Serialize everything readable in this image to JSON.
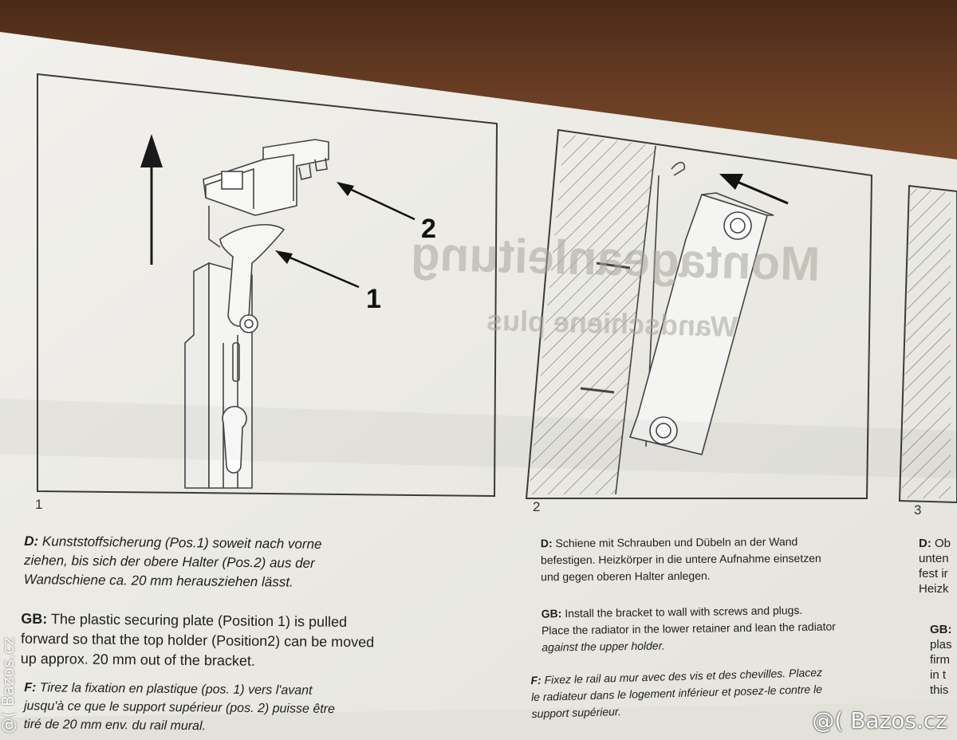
{
  "figures": [
    {
      "number": "1",
      "callouts": [
        "1",
        "2"
      ]
    },
    {
      "number": "2"
    },
    {
      "number": "3"
    }
  ],
  "captions": {
    "fig1": {
      "d": {
        "prefix": "D:",
        "lines": [
          "Kunststoffsicherung (Pos.1) soweit nach vorne",
          "ziehen, bis sich der obere Halter (Pos.2) aus der",
          "Wandschiene ca. 20 mm herausziehen lässt."
        ]
      },
      "gb": {
        "prefix": "GB:",
        "lines": [
          "The plastic securing plate (Position 1) is pulled",
          "forward so that the top holder (Position2) can be moved",
          "up approx. 20 mm out of the bracket."
        ]
      },
      "f": {
        "prefix": "F:",
        "lines": [
          "Tirez la fixation en plastique (pos. 1) vers l'avant",
          "jusqu'à ce que le support supérieur (pos. 2) puisse être",
          "tiré de 20 mm env. du rail mural."
        ]
      }
    },
    "fig2": {
      "d": {
        "prefix": "D:",
        "lines": [
          "Schiene mit Schrauben und Dübeln an der Wand",
          "befestigen. Heizkörper in die untere Aufnahme einsetzen",
          "und gegen oberen Halter anlegen."
        ]
      },
      "gb": {
        "prefix": "GB:",
        "lines": [
          "Install the bracket to wall with screws and plugs.",
          "Place the radiator in the lower retainer and lean the radiator",
          "against the upper holder."
        ]
      },
      "f": {
        "prefix": "F:",
        "lines": [
          "Fixez le rail au mur avec des vis et des chevilles. Placez",
          "le radiateur dans le logement inférieur et posez-le contre le",
          "support supérieur."
        ]
      }
    },
    "fig3": {
      "d": {
        "prefix": "D:",
        "lines": [
          "Ob",
          "unten",
          "fest ir",
          "Heizk"
        ]
      },
      "gb": {
        "prefix": "GB:",
        "lines": [
          "plas",
          "firm",
          "in t",
          "this"
        ]
      }
    }
  },
  "watermark": {
    "text": "@( Bazos.cz",
    "side_text": "@( Bazos.cz"
  },
  "colors": {
    "paper": "#ecebe6",
    "ink": "#1e1e1e",
    "background": "#5a3621"
  }
}
